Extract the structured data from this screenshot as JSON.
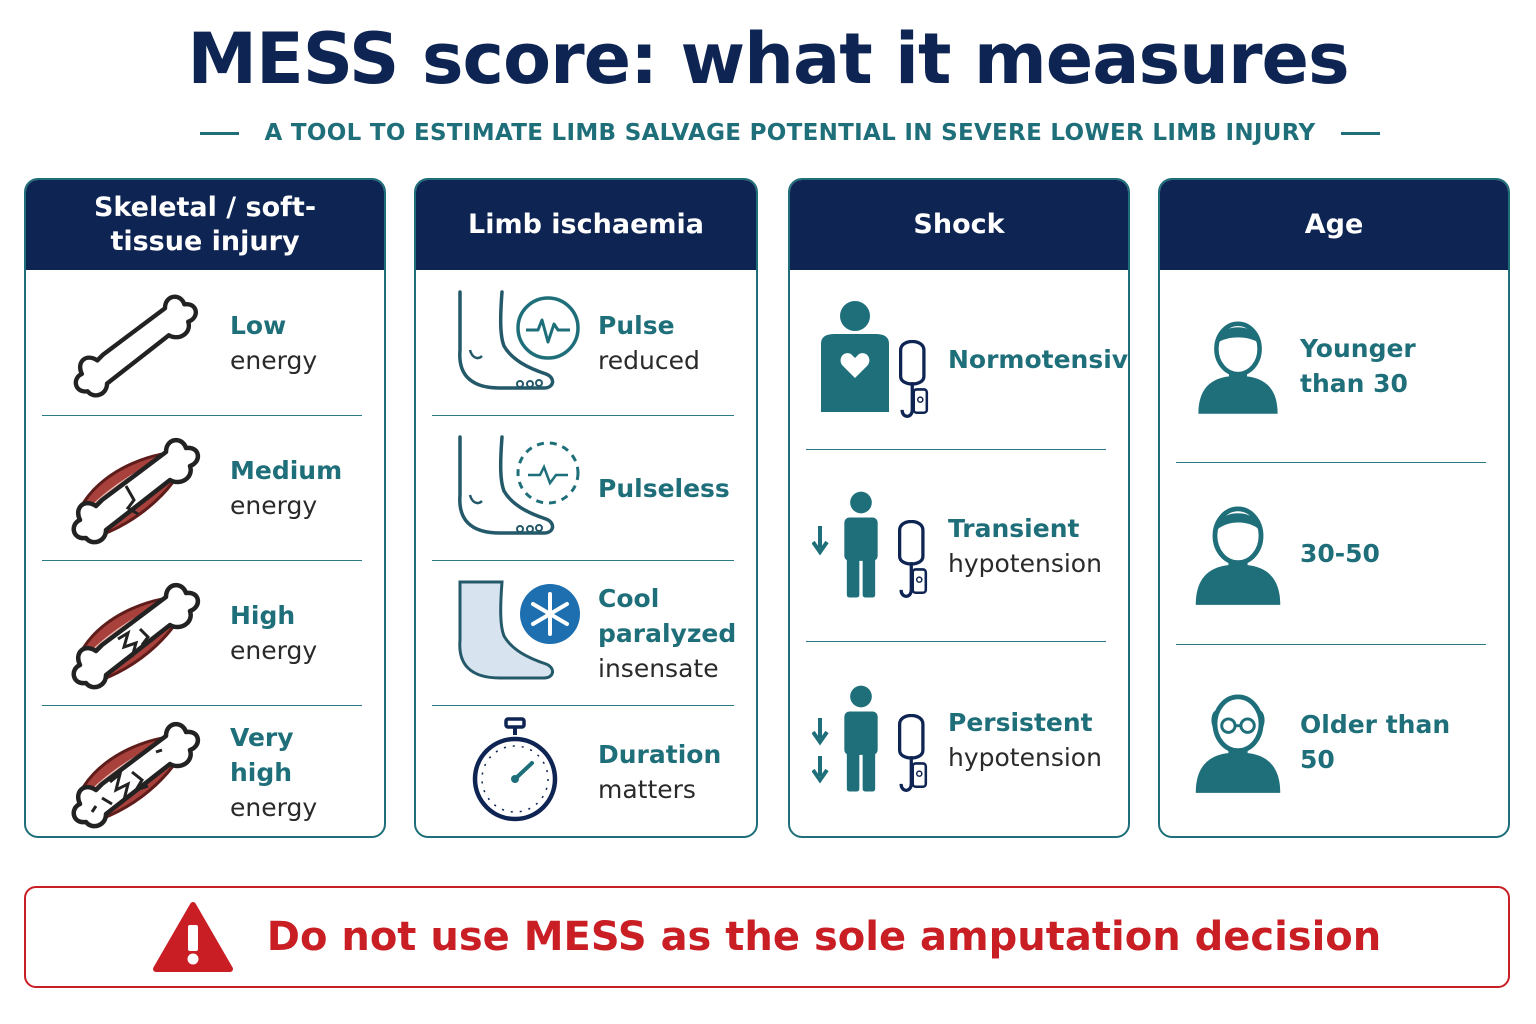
{
  "title": "MESS score: what it measures",
  "subtitle": "A TOOL TO ESTIMATE LIMB SALVAGE POTENTIAL IN SEVERE LOWER LIMB INJURY",
  "colors": {
    "navy": "#0e2453",
    "teal": "#1f6f7a",
    "warning_red": "#c81e24",
    "muscle": "#a8403c"
  },
  "columns": [
    {
      "header": "Skeletal / soft-tissue injury",
      "rows": [
        {
          "icon": "bone-icon",
          "line1": "Low",
          "line2": "energy"
        },
        {
          "icon": "fractured-bone-icon",
          "line1": "Medium",
          "line2": "energy"
        },
        {
          "icon": "comminuted-bone-icon",
          "line1": "High",
          "line2": "energy"
        },
        {
          "icon": "crushed-bone-icon",
          "line1": "Very high",
          "line2": "energy"
        }
      ]
    },
    {
      "header": "Limb ischaemia",
      "rows": [
        {
          "icon": "foot-pulse-icon",
          "line1": "Pulse",
          "line2": "reduced"
        },
        {
          "icon": "foot-no-pulse-icon",
          "line1": "Pulseless",
          "line2": ""
        },
        {
          "icon": "cold-foot-icon",
          "line1": "Cool",
          "line2": "paralyzed",
          "line3": "insensate"
        },
        {
          "icon": "stopwatch-icon",
          "line1": "Duration",
          "line2": "matters"
        }
      ]
    },
    {
      "header": "Shock",
      "rows": [
        {
          "icon": "person-heart-bp-icon",
          "line1": "Normotensive",
          "line2": ""
        },
        {
          "icon": "person-bp-down-icon",
          "line1": "Transient",
          "line2": "hypotension"
        },
        {
          "icon": "person-bp-double-down-icon",
          "line1": "Persistent",
          "line2": "hypotension"
        }
      ]
    },
    {
      "header": "Age",
      "rows": [
        {
          "icon": "young-person-icon",
          "line1": "Younger than 30",
          "line2": ""
        },
        {
          "icon": "adult-person-icon",
          "line1": "30-50",
          "line2": ""
        },
        {
          "icon": "older-person-icon",
          "line1": "Older than 50",
          "line2": ""
        }
      ]
    }
  ],
  "warning": {
    "icon": "warning-triangle-icon",
    "text": "Do not use MESS as the sole amputation decision"
  }
}
